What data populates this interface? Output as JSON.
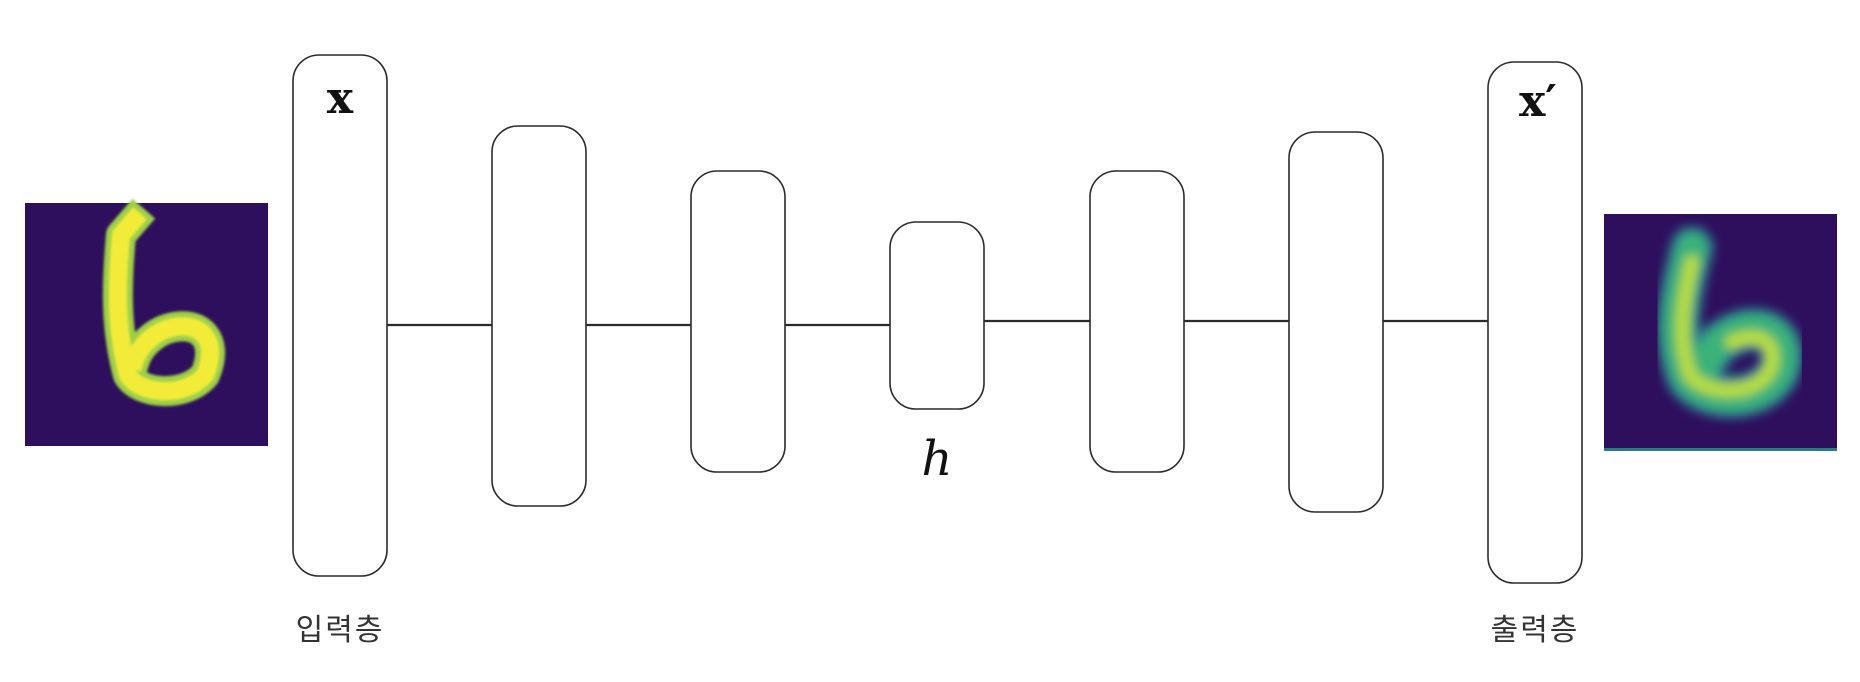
{
  "diagram": {
    "input_symbol": "x",
    "output_symbol": "x′",
    "bottleneck_symbol": "h",
    "input_layer_label": "입력층",
    "output_layer_label": "출력층"
  },
  "colors": {
    "digit_background": "#2e0f5e",
    "input_digit": "#f2ec38",
    "input_digit_edge": "#9ed046",
    "output_digit_core": "#b9de3c",
    "output_digit_mid": "#3ab27a",
    "output_digit_edge": "#2a7a8a",
    "stroke": "#2b2b2b"
  },
  "images": {
    "input_image": "input-digit-6-heatmap",
    "output_image": "reconstructed-digit-6-heatmap"
  }
}
